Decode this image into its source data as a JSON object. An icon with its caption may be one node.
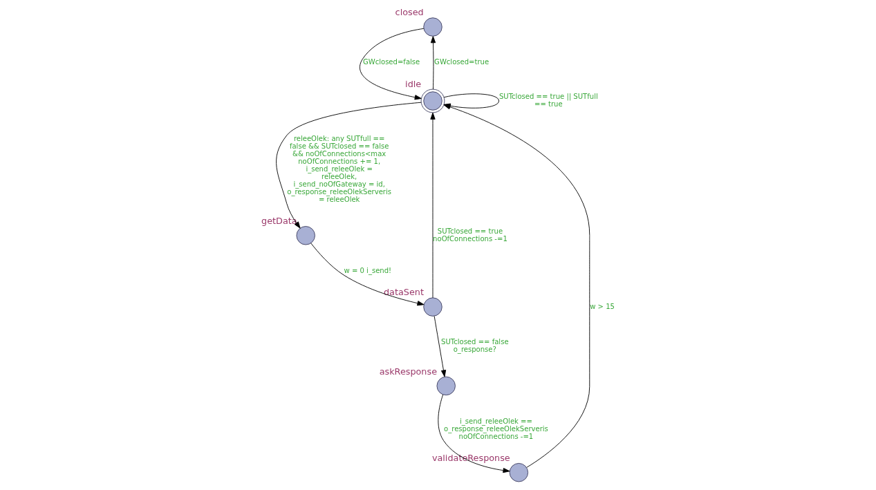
{
  "diagram": {
    "nodes": [
      {
        "text": [
          "closed"
        ]
      },
      {
        "text": [
          "idle"
        ]
      },
      {
        "text": [
          "validateResponse"
        ]
      },
      {
        "text": [
          "askResponse"
        ]
      },
      {
        "text": [
          "getData"
        ]
      },
      {
        "text": [
          "dataSent"
        ]
      }
    ],
    "edges": [
      {
        "from": 1,
        "to": 0,
        "arrow": "to",
        "label": "GWclosed=true"
      },
      {
        "from": 0,
        "to": 1,
        "arrow": "to",
        "label": "GWclosed=false"
      },
      {
        "from": 1,
        "to": 1,
        "arrow": "to",
        "label": "SUTclosed == true || SUTfull == true"
      },
      {
        "from": 2,
        "to": 1,
        "arrow": "to",
        "label": "w > 15"
      },
      {
        "from": 1,
        "to": 4,
        "arrow": "to",
        "label": "releeOlek: any SUTfull == false && SUTclosed == false && noOfConnections<max noOfConnections += 1, i_send_releeOlek = releeOlek, i_send_noOfGateway = id, o_response_releeOlekServeris = releeOlek"
      },
      {
        "from": 4,
        "to": 5,
        "arrow": "to",
        "label": "w = 0 i_send!"
      },
      {
        "from": 5,
        "to": 1,
        "arrow": "to",
        "label": "SUTclosed == true noOfConnections -=1"
      },
      {
        "from": 5,
        "to": 3,
        "arrow": "to",
        "label": "SUTclosed == false o_response?"
      },
      {
        "from": 3,
        "to": 2,
        "arrow": "to",
        "label": "i_send_releeOlek == o_response_releeOlekServeris noOfConnections -=1"
      }
    ]
  }
}
